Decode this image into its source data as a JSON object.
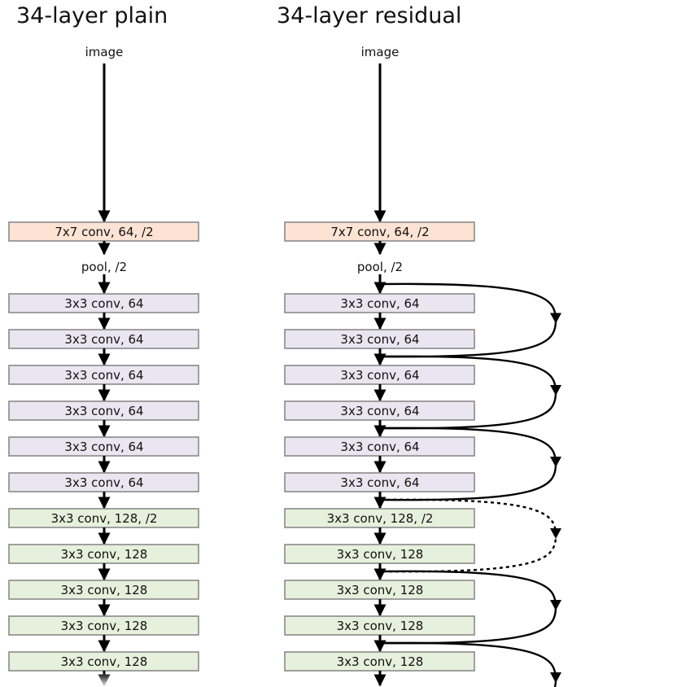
{
  "titles": {
    "plain": "34-layer plain",
    "residual": "34-layer residual"
  },
  "input_label": "image",
  "pool_label": "pool, /2",
  "colors": {
    "stem": "#fde3d3",
    "stage64": "#e9e6f1",
    "stage128": "#e7f0dc",
    "border": "#8a8a8a",
    "arrow": "#000000"
  },
  "layers": [
    {
      "label": "7x7 conv, 64, /2",
      "group": "stem"
    },
    {
      "label": "3x3 conv, 64",
      "group": "stage64"
    },
    {
      "label": "3x3 conv, 64",
      "group": "stage64"
    },
    {
      "label": "3x3 conv, 64",
      "group": "stage64"
    },
    {
      "label": "3x3 conv, 64",
      "group": "stage64"
    },
    {
      "label": "3x3 conv, 64",
      "group": "stage64"
    },
    {
      "label": "3x3 conv, 64",
      "group": "stage64"
    },
    {
      "label": "3x3 conv, 128, /2",
      "group": "stage128"
    },
    {
      "label": "3x3 conv, 128",
      "group": "stage128"
    },
    {
      "label": "3x3 conv, 128",
      "group": "stage128"
    },
    {
      "label": "3x3 conv, 128",
      "group": "stage128"
    },
    {
      "label": "3x3 conv, 128",
      "group": "stage128"
    }
  ],
  "shortcuts": [
    {
      "from": "pool",
      "to": 2,
      "type": "identity"
    },
    {
      "from": 2,
      "to": 4,
      "type": "identity"
    },
    {
      "from": 4,
      "to": 6,
      "type": "identity"
    },
    {
      "from": 6,
      "to": 8,
      "type": "projection"
    },
    {
      "from": 8,
      "to": 10,
      "type": "identity"
    },
    {
      "from": 10,
      "to": 12,
      "type": "identity"
    }
  ]
}
